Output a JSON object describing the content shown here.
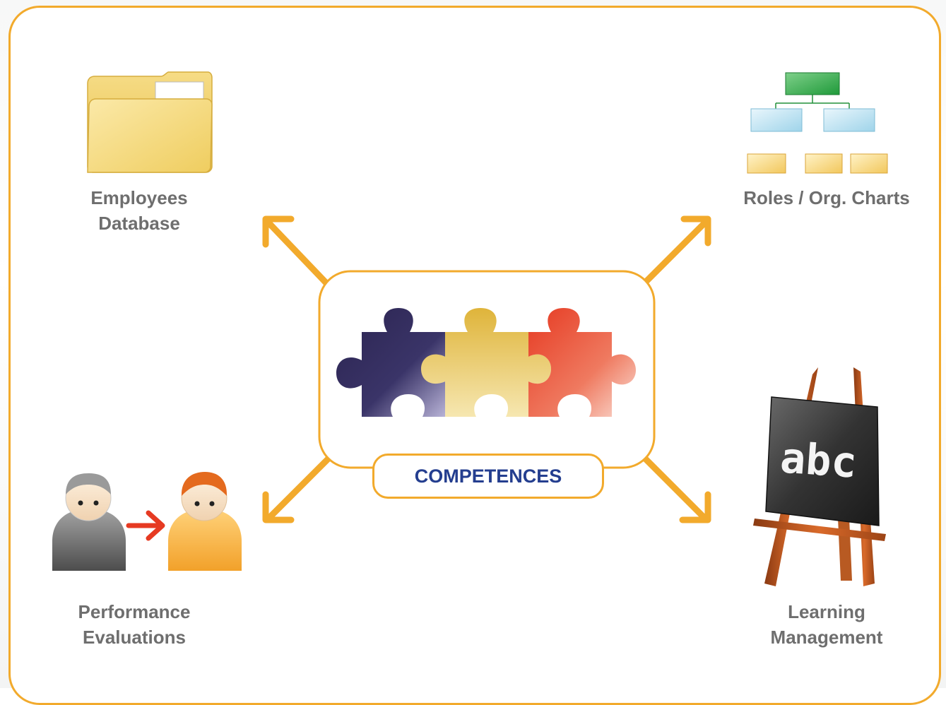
{
  "center": {
    "label": "COMPETENCES",
    "icon": "puzzle-pieces-icon"
  },
  "modules": [
    {
      "lines": [
        "Employees",
        "Database"
      ],
      "icon": "folder-icon"
    },
    {
      "lines": [
        "Roles / Org. Charts"
      ],
      "icon": "org-chart-icon"
    },
    {
      "lines": [
        "Performance",
        "Evaluations"
      ],
      "icon": "people-transfer-icon"
    },
    {
      "lines": [
        "Learning",
        "Management"
      ],
      "icon": "easel-icon",
      "board_text": "abc"
    }
  ],
  "colors": {
    "accent": "#f2aa2c",
    "label_text": "#6e6e6e",
    "center_text": "#243e8f",
    "puzzle_purple": "#2c2553",
    "puzzle_yellow": "#e3bb3a",
    "puzzle_red": "#e8432b"
  }
}
